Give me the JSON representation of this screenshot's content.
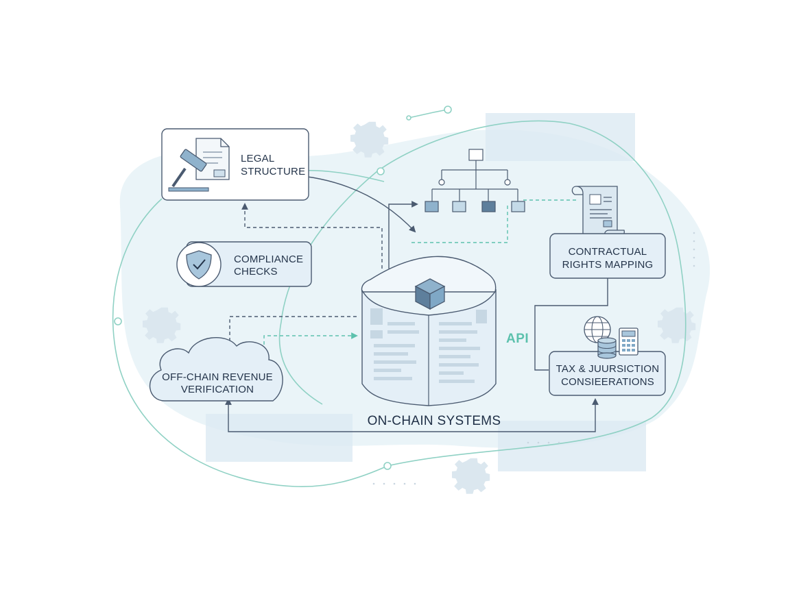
{
  "nodes": {
    "legal_structure": {
      "line1": "LEGAL",
      "line2": "STRUCTURE"
    },
    "compliance_checks": {
      "line1": "COMPLIANCE",
      "line2": "CHECKS"
    },
    "off_chain_revenue": {
      "line1": "OFF-CHAIN REVENUE",
      "line2": "VERIFICATION"
    },
    "contractual_rights": {
      "line1": "CONTRACTUAL",
      "line2": "RIGHTS MAPPING"
    },
    "tax_jurisdiction": {
      "line1": "TAX & JUURSICTION",
      "line2": "CONSIEERATIONS"
    },
    "on_chain_systems": {
      "label": "ON-CHAIN SYSTEMS"
    }
  },
  "connector_label": "API",
  "colors": {
    "stroke_dark": "#4a5a70",
    "panel_fill": "#e4eff7",
    "accent_teal": "#5cc1ad",
    "block_blue": "#7fa8c6",
    "background_wash": "#eaf4f8"
  },
  "icons": [
    "gavel-icon",
    "document-icon",
    "shield-check-icon",
    "cloud-icon",
    "org-chart-icon",
    "scroll-icon",
    "globe-icon",
    "database-icon",
    "calculator-icon",
    "gear-icon",
    "cube-icon"
  ]
}
